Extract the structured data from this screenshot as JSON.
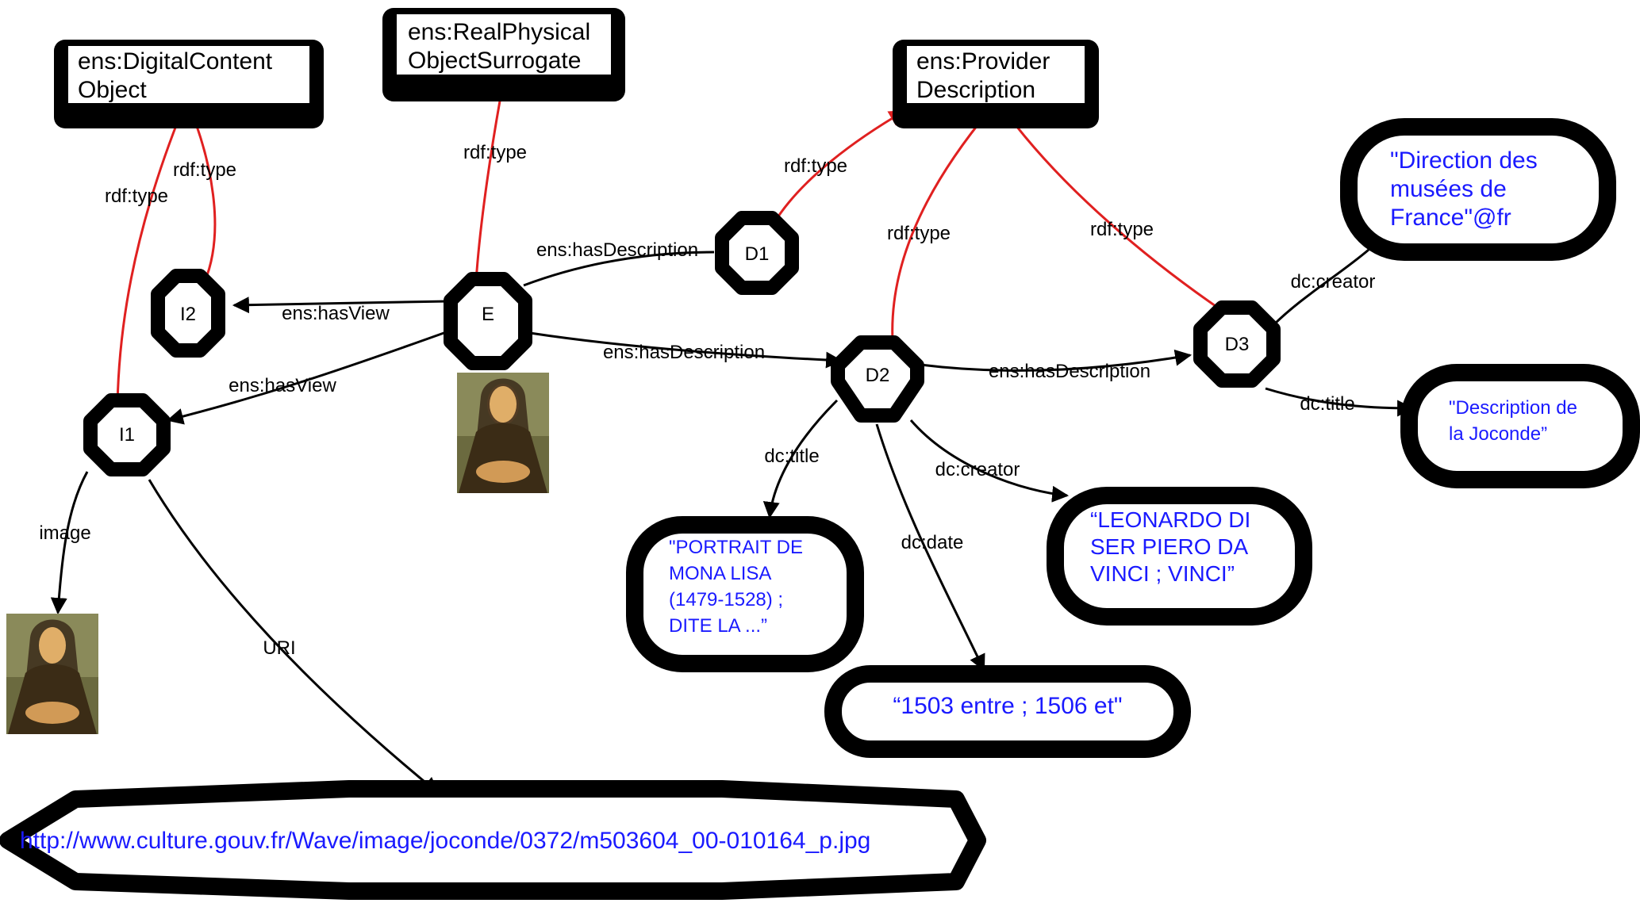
{
  "colors": {
    "type_edge": "#e02020",
    "literal_text": "#1a1aff",
    "edge": "#000000"
  },
  "classes": {
    "digital_content_object": [
      "ens:DigitalContent",
      "Object"
    ],
    "real_physical_object_surrogate": [
      "ens:RealPhysical",
      "ObjectSurrogate"
    ],
    "provider_description": [
      "ens:Provider",
      "Description"
    ]
  },
  "nodes": {
    "I2": "I2",
    "E": "E",
    "D1": "D1",
    "D2": "D2",
    "D3": "D3",
    "I1": "I1"
  },
  "literals": {
    "direction_des_musees": [
      "\"Direction des",
      "musées de",
      "France\"@fr"
    ],
    "description_de_la_joconde": [
      "\"Description de",
      "la Joconde”"
    ],
    "portrait_de_mona_lisa": [
      "\"PORTRAIT DE",
      "MONA LISA",
      "(1479-1528) ;",
      "DITE LA ...”"
    ],
    "leonardo": [
      "“LEONARDO DI",
      "SER PIERO DA",
      "VINCI ; VINCI”"
    ],
    "date": "“1503 entre ; 1506 et\"",
    "uri": "http://www.culture.gouv.fr/Wave/image/joconde/0372/m503604_00-010164_p.jpg"
  },
  "edge_labels": {
    "i1_type": "rdf:type",
    "i2_type": "rdf:type",
    "e_type": "rdf:type",
    "d1_type": "rdf:type",
    "d2_type": "rdf:type",
    "d3_type": "rdf:type",
    "e_i2": "ens:hasView",
    "e_i1": "ens:hasView",
    "e_d1": "ens:hasDescription",
    "e_d2": "ens:hasDescription",
    "d2_d3": "ens:hasDescription",
    "d3_creator": "dc:creator",
    "d3_title": "dc:title",
    "d2_title": "dc:title",
    "d2_creator": "dc:creator",
    "d2_date": "dc:date",
    "i1_image": "image",
    "i1_uri": "URI"
  },
  "images": [
    "mona-lisa-thumbnail-e",
    "mona-lisa-thumbnail-i1"
  ]
}
